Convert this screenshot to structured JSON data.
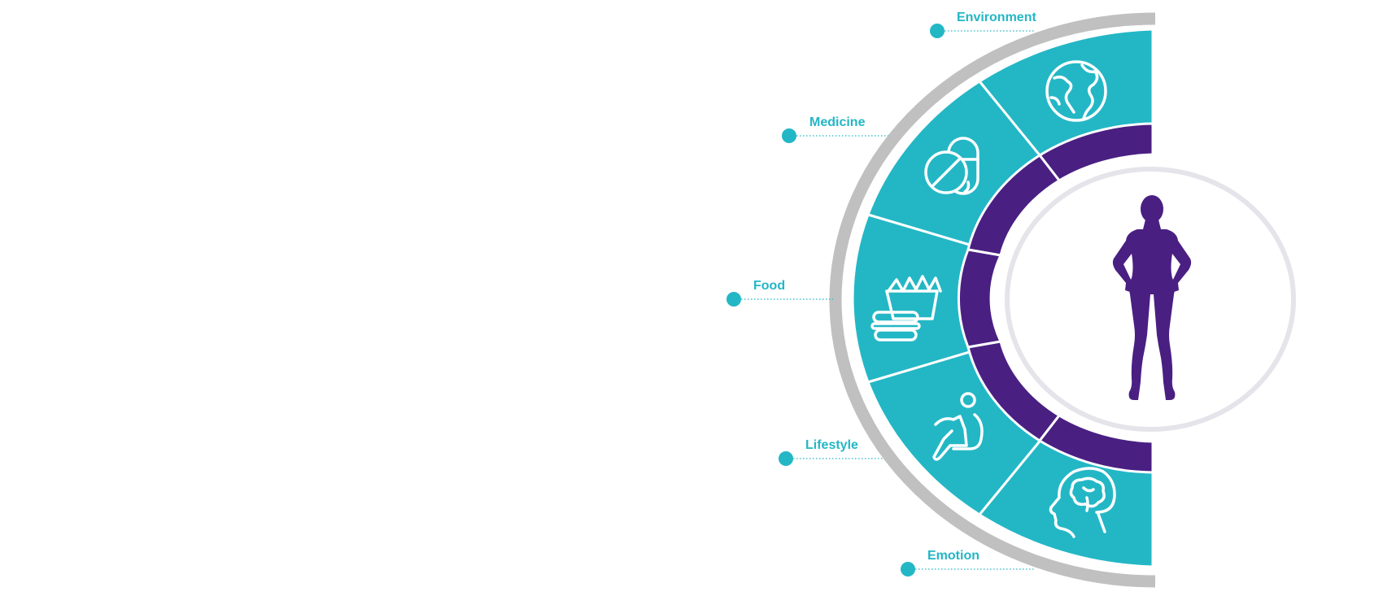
{
  "diagram": {
    "factors": [
      {
        "label": "Environment",
        "icon": "globe-icon"
      },
      {
        "label": "Medicine",
        "icon": "pills-icon"
      },
      {
        "label": "Food",
        "icon": "fast-food-icon"
      },
      {
        "label": "Lifestyle",
        "icon": "sitting-person-icon"
      },
      {
        "label": "Emotion",
        "icon": "head-brain-icon"
      }
    ],
    "center_icon": "human-silhouette-icon",
    "colors": {
      "segment": "#23b7c5",
      "inner_band": "#4a1f82",
      "outer_arc": "#c0c0c0",
      "center_ring": "#e4e4ea",
      "label": "#23b7c5",
      "figure": "#4a1f82"
    }
  }
}
